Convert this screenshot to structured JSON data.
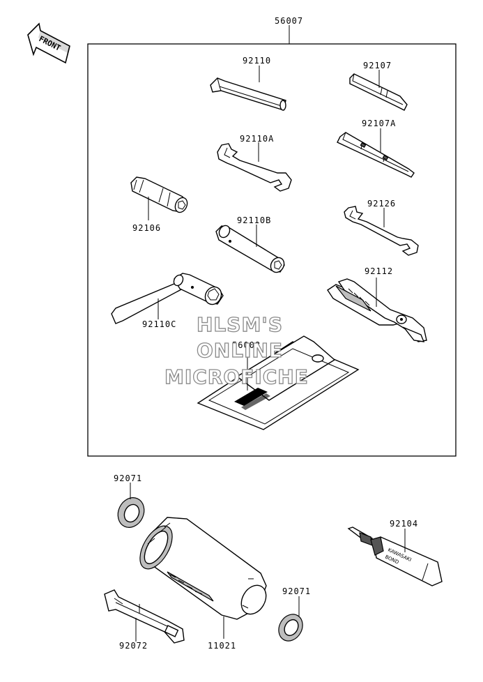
{
  "front_badge": "FRONT",
  "watermark": {
    "line1": "HLSM'S",
    "line2": "ONLINE",
    "line3": "MICROFICHE"
  },
  "labels": {
    "p56007": "56007",
    "p92110": "92110",
    "p92107": "92107",
    "p92110A": "92110A",
    "p92107A": "92107A",
    "p92106": "92106",
    "p92110B": "92110B",
    "p92126": "92126",
    "p92112": "92112",
    "p92110C": "92110C",
    "p56008": "56008",
    "p92071a": "92071",
    "p92071b": "92071",
    "p92104": "92104",
    "p92072": "92072",
    "p11021": "11021"
  },
  "bond_tube_text": {
    "line1": "KAWASAKI",
    "line2": "BOND"
  }
}
